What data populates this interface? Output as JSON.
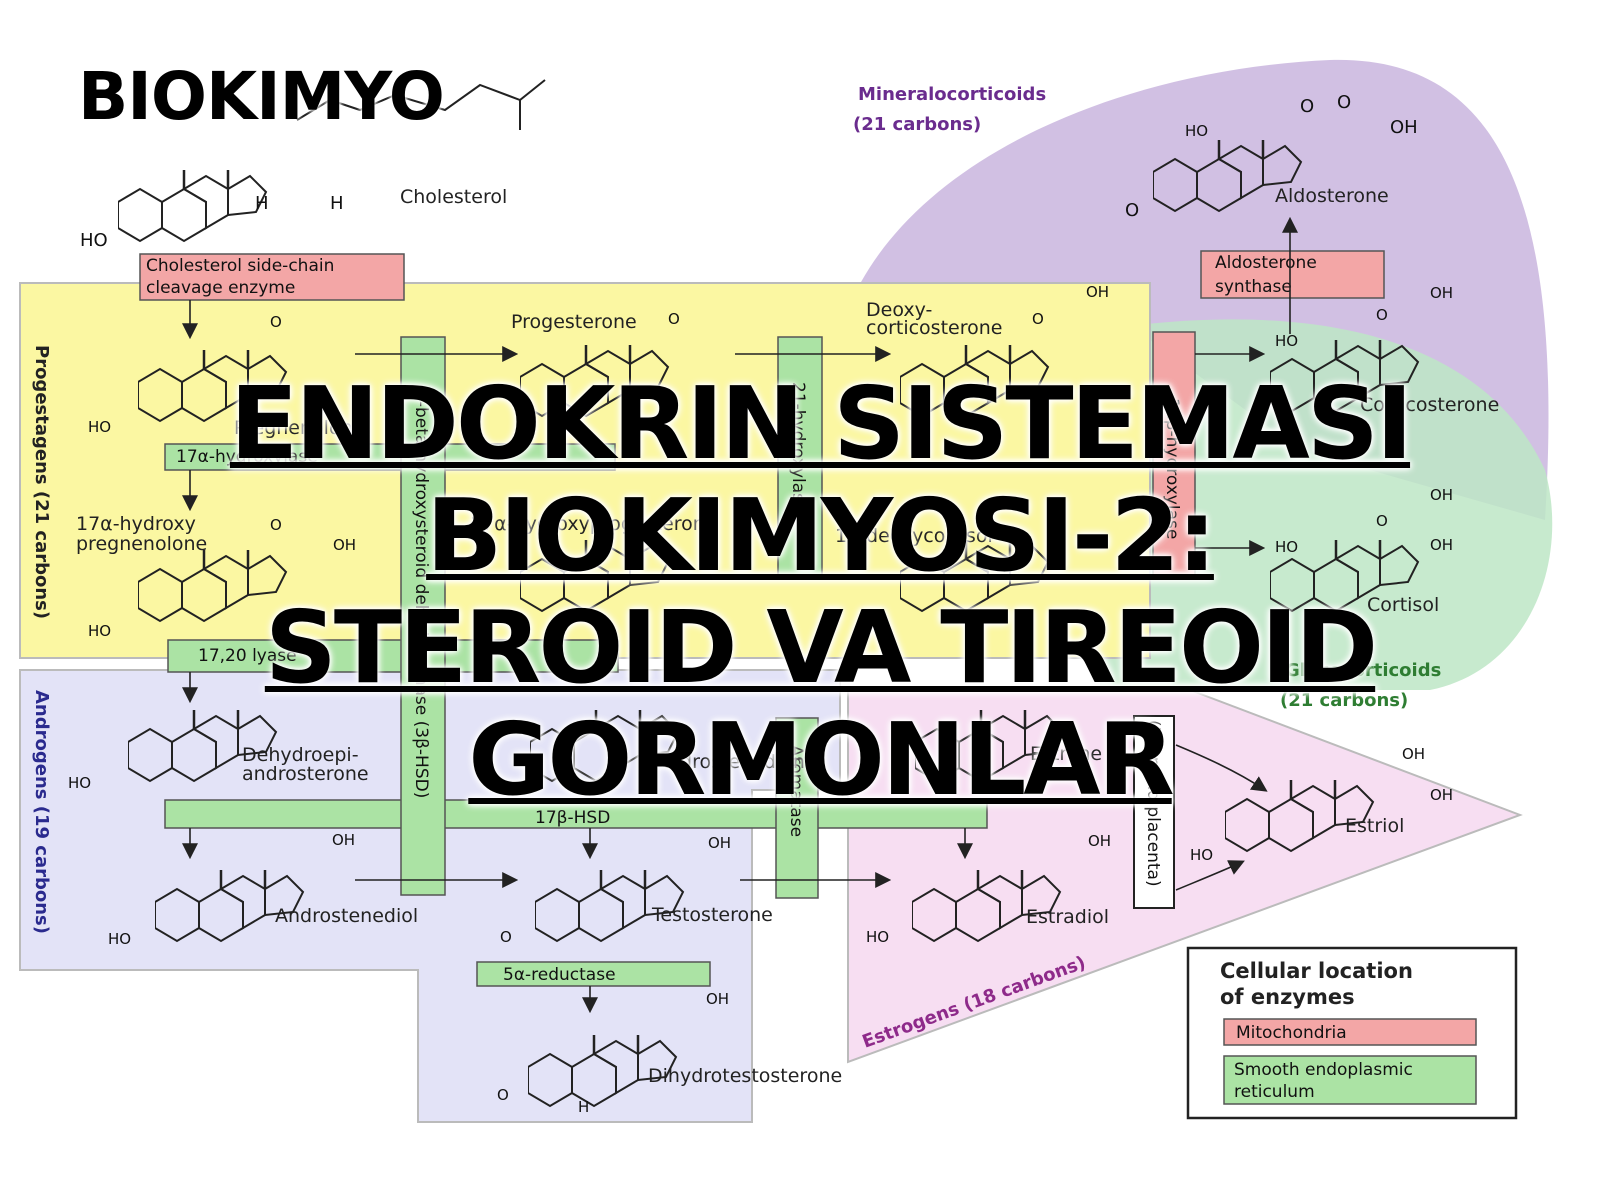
{
  "slide": {
    "header": "BIOKIMYO",
    "title_lines": [
      "ENDOKRIN SISTEMASI",
      "BIOKIMYOSI-2:",
      "STEROID VA TIREOID",
      "GORMONLAR"
    ]
  },
  "diagram": {
    "zones": {
      "progestagens": "Progestagens (21 carbons)",
      "androgens": "Androgens (19 carbons)",
      "estrogens": "Estrogens (18 carbons)",
      "mineralo_1": "Mineralocorticoids",
      "mineralo_2": "(21 carbons)",
      "gluco_1": "Glucocorticoids",
      "gluco_2": "(21 carbons)"
    },
    "molecules": {
      "cholesterol": "Cholesterol",
      "pregnenolone": "Pregnenolone",
      "progesterone": "Progesterone",
      "deoxy_1": "Deoxy-",
      "deoxy_2": "corticosterone",
      "corticosterone": "Corticosterone",
      "aldosterone": "Aldosterone",
      "hydroxypreg_1": "17α-hydroxy",
      "hydroxypreg_2": "pregnenolone",
      "hydroxyprog": "17α-hydroxyprogesterone",
      "deoxycortisol": "11-deoxycortisol",
      "cortisol": "Cortisol",
      "dhea_1": "Dehydroepi-",
      "dhea_2": "androsterone",
      "androstenedione": "Androstenedione",
      "estrone": "Estrone",
      "estriol": "Estriol",
      "androstenediol": "Androstenediol",
      "testosterone": "Testosterone",
      "estradiol": "Estradiol",
      "dht": "Dihydrotestosterone"
    },
    "enzymes": {
      "scc_1": "Cholesterol side-chain",
      "scc_2": "cleavage enzyme",
      "hydroxylase17": "17α-hydroxylase",
      "lyase": "17,20 lyase",
      "hsd3b": "3-beta-hydroxysteroid dehydrogenase (3β-HSD)",
      "hydroxylase21": "21-hydroxylase",
      "hydroxylase11": "11β-hydroxylase",
      "aldo_1": "Aldosterone",
      "aldo_2": "synthase",
      "hsd17b": "17β-HSD",
      "aromatase": "Aromatase",
      "reductase": "5α-reductase",
      "liver": "(liver and placenta)"
    },
    "legend": {
      "title_1": "Cellular location",
      "title_2": "of enzymes",
      "mito": "Mitochondria",
      "ser_1": "Smooth endoplasmic",
      "ser_2": "reticulum"
    },
    "atoms": {
      "ho": "HO",
      "oh": "OH",
      "o": "O",
      "h": "H"
    },
    "colors": {
      "progestagens": "#fbf7a2",
      "androgens": "#e3e3f7",
      "estrogens": "#f7def2",
      "mineralocorticoids": "#c9b5de",
      "glucocorticoids": "#bde6c6",
      "mitochondria": "#f3a6a6",
      "ser": "#abe3a4",
      "mineralo_text": "#6a2c8e",
      "gluco_text": "#2e7d32",
      "estro_text": "#8e2a8a",
      "andro_text": "#2a2a8e"
    }
  }
}
